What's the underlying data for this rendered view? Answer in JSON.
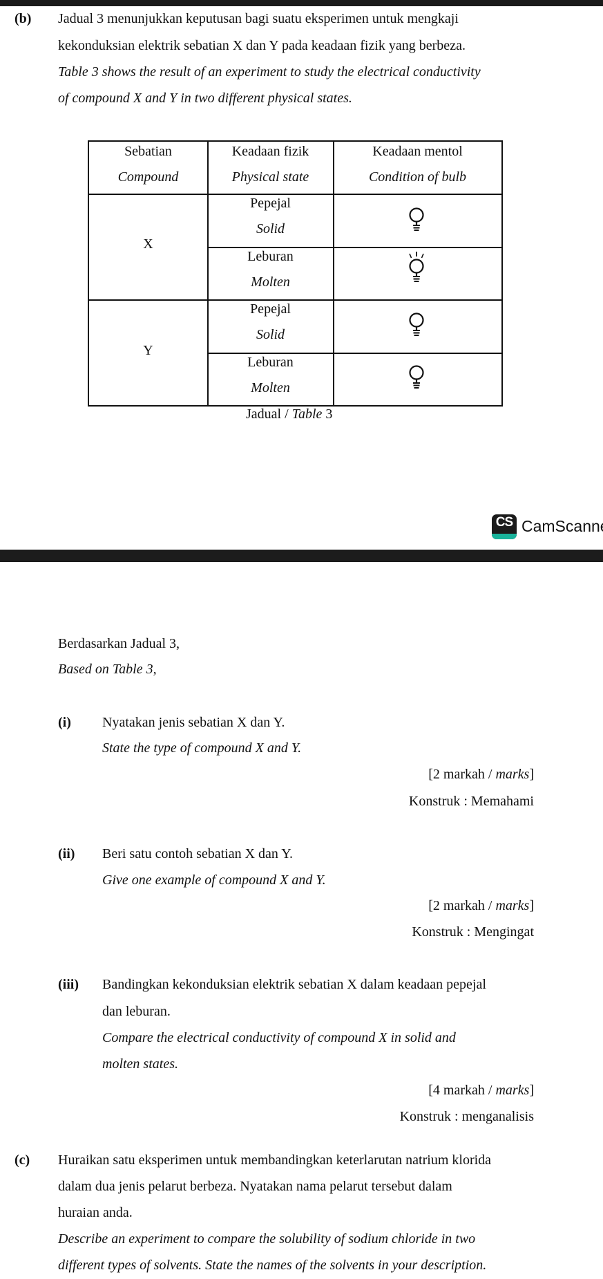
{
  "part_b": {
    "label": "(b)",
    "malay_line1": "Jadual 3 menunjukkan keputusan bagi suatu eksperimen untuk mengkaji",
    "malay_line2": "kekonduksian elektrik sebatian X dan Y pada keadaan fizik yang berbeza.",
    "english_line1": "Table 3 shows the result of an experiment to study the electrical conductivity",
    "english_line2": "of compound X and Y in two different physical states."
  },
  "table": {
    "headers": [
      {
        "malay": "Sebatian",
        "english": "Compound"
      },
      {
        "malay": "Keadaan fizik",
        "english": "Physical state"
      },
      {
        "malay": "Keadaan mentol",
        "english": "Condition of bulb"
      }
    ],
    "rows": [
      {
        "compound": "X",
        "state_malay": "Pepejal",
        "state_english": "Solid",
        "bulb": "bulb-off-icon"
      },
      {
        "compound": "X",
        "state_malay": "Leburan",
        "state_english": "Molten",
        "bulb": "bulb-lit-icon"
      },
      {
        "compound": "Y",
        "state_malay": "Pepejal",
        "state_english": "Solid",
        "bulb": "bulb-off-icon"
      },
      {
        "compound": "Y",
        "state_malay": "Leburan",
        "state_english": "Molten",
        "bulb": "bulb-off-icon"
      }
    ],
    "caption_malay": "Jadual / ",
    "caption_english": "Table",
    "caption_number": " 3"
  },
  "watermark": {
    "logo_text": "CS",
    "brand": "CamScanner",
    "logo_color": "#1b1b1b",
    "accent_color": "#19b39b"
  },
  "intro": {
    "malay": "Berdasarkan Jadual 3,",
    "english": "Based on Table 3,"
  },
  "questions": {
    "q1": {
      "label": "(i)",
      "malay": "Nyatakan jenis sebatian X dan Y.",
      "english": "State the type of compound X and Y.",
      "marks_open": "[2 markah / ",
      "marks_word": "marks",
      "marks_close": "]",
      "construct": "Konstruk : Memahami"
    },
    "q2": {
      "label": "(ii)",
      "malay": "Beri satu contoh sebatian X dan Y.",
      "english": "Give one example of compound X and Y.",
      "marks_open": "[2 markah / ",
      "marks_word": "marks",
      "marks_close": "]",
      "construct": "Konstruk : Mengingat"
    },
    "q3": {
      "label": "(iii)",
      "malay_line1": "Bandingkan kekonduksian elektrik sebatian X dalam keadaan pepejal",
      "malay_line2": "dan leburan.",
      "english_line1": "Compare the electrical conductivity of compound X in solid and",
      "english_line2": "molten states.",
      "marks_open": "[4 markah / ",
      "marks_word": "marks",
      "marks_close": "]",
      "construct": "Konstruk : menganalisis"
    }
  },
  "part_c": {
    "label": "(c)",
    "malay_line1": "Huraikan satu eksperimen untuk membandingkan keterlarutan natrium klorida",
    "malay_line2": "dalam dua jenis pelarut berbeza. Nyatakan nama pelarut tersebut dalam",
    "malay_line3": "huraian anda.",
    "english_line1": "Describe an experiment to compare the solubility of sodium chloride in two",
    "english_line2": "different types of solvents. State the names of the solvents in your description."
  }
}
